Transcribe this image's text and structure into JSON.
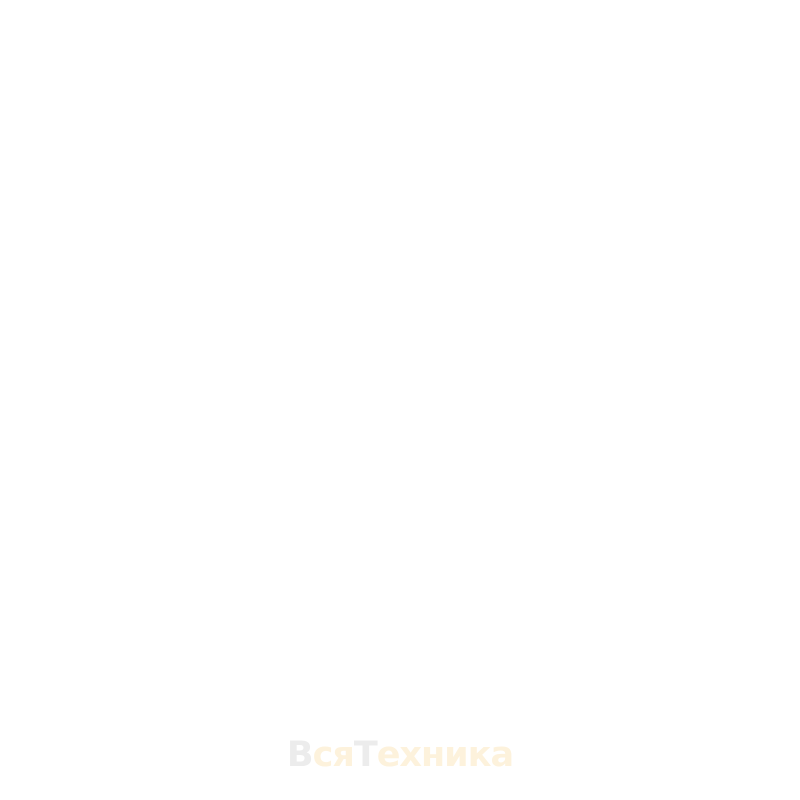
{
  "watermark": {
    "parts": [
      "В",
      "ся",
      "Т",
      "ехника"
    ],
    "colors": {
      "initial": "#ececec",
      "rest": "#fdf2dc"
    }
  }
}
